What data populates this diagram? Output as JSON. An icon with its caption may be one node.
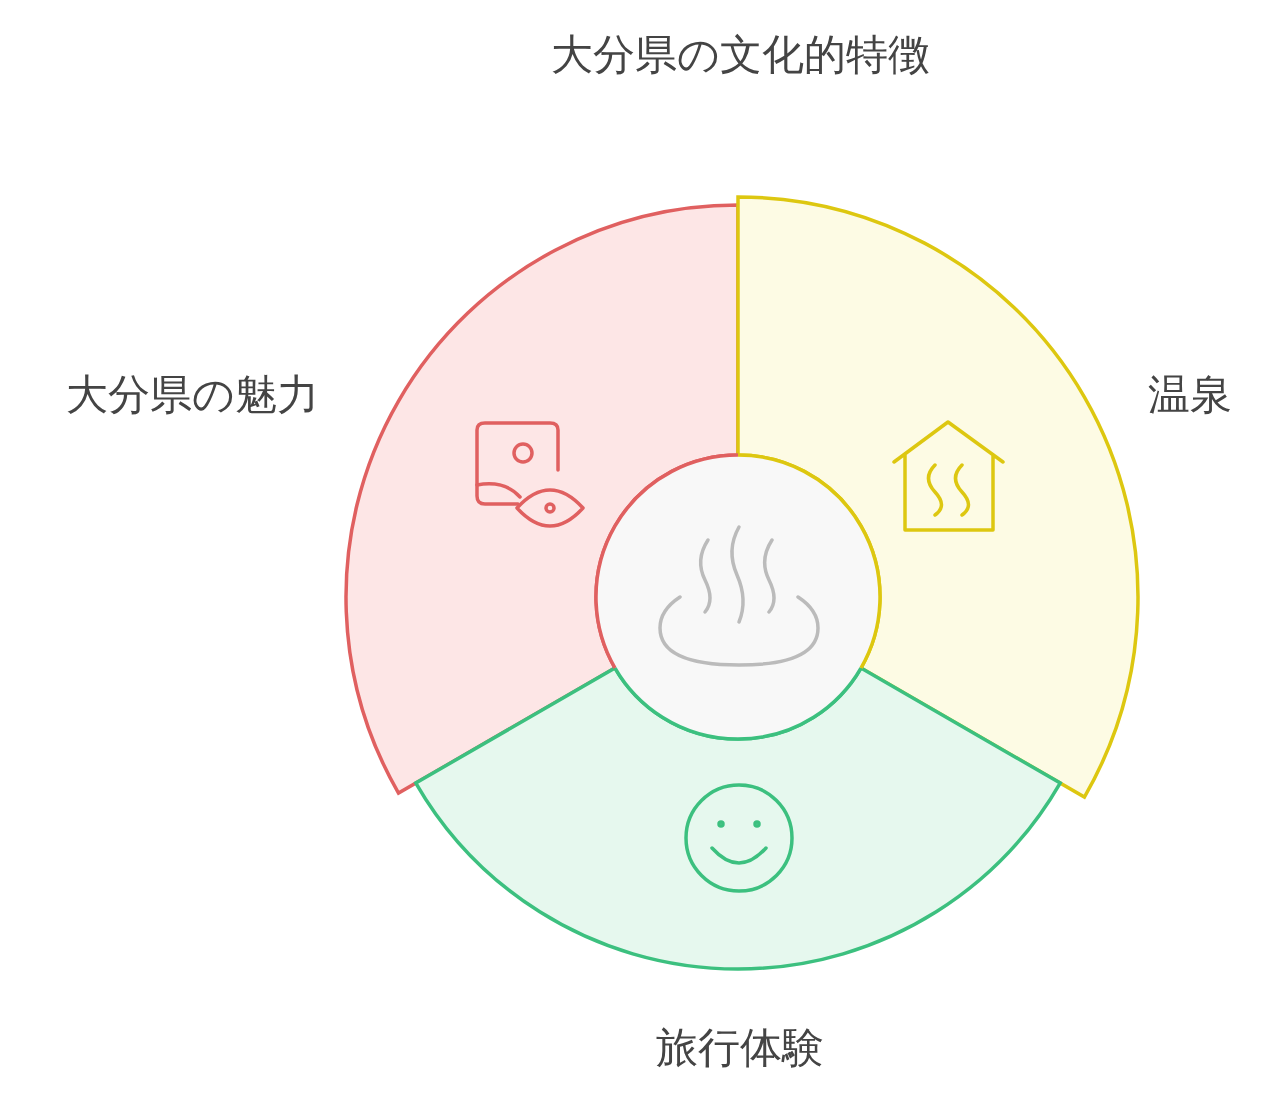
{
  "diagram": {
    "title": "大分県の文化的特徴",
    "nodes": [
      {
        "text": [
          "大分県の魅力"
        ]
      },
      {
        "text": [
          "温泉"
        ]
      },
      {
        "text": [
          "旅行体験"
        ]
      },
      {
        "text": [],
        "shape": "circle"
      }
    ],
    "edges": []
  }
}
